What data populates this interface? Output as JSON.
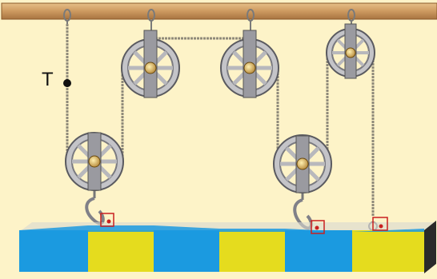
{
  "diagram": {
    "tension_label": "T",
    "colors": {
      "background": "#fdf3c8",
      "beam": "#cd9a60",
      "rope": "#8f8a7a",
      "pulley_rim": "#c4c4c8",
      "pulley_edge": "#5a5a60",
      "hub": "#c9a050",
      "marker": "#c92020",
      "block_blue": "#1b9ae0",
      "block_yellow": "#e5dc1e",
      "block_side": "#2a2a2a"
    },
    "pulleys": [
      {
        "role": "movable",
        "side": "left"
      },
      {
        "role": "fixed",
        "side": "left"
      },
      {
        "role": "fixed",
        "side": "center"
      },
      {
        "role": "movable",
        "side": "right"
      },
      {
        "role": "fixed",
        "side": "right"
      }
    ],
    "block_segments": [
      "blue",
      "yellow",
      "blue",
      "yellow",
      "blue",
      "yellow"
    ]
  }
}
